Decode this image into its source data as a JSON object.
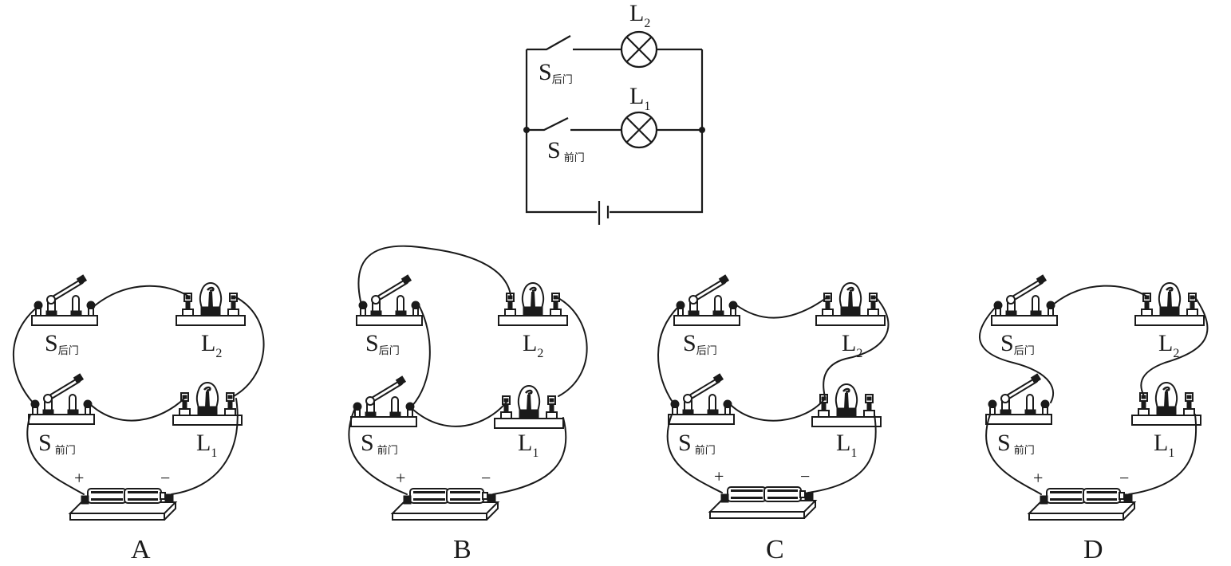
{
  "schematic": {
    "title": "circuit schematic",
    "lamp_top": {
      "letter": "L",
      "sub": "2"
    },
    "lamp_bottom": {
      "letter": "L",
      "sub": "1"
    },
    "switch_top": {
      "letter": "S",
      "sub": "后门"
    },
    "switch_bottom": {
      "letter": "S",
      "sub": "前门"
    }
  },
  "options": [
    {
      "label": "A",
      "switch_back": {
        "letter": "S",
        "sub": "后门"
      },
      "switch_front": {
        "letter": "S",
        "sub": "前门"
      },
      "lamp2": {
        "letter": "L",
        "sub": "2"
      },
      "lamp1": {
        "letter": "L",
        "sub": "1"
      },
      "battery": {
        "plus": "+",
        "minus": "−"
      }
    },
    {
      "label": "B",
      "switch_back": {
        "letter": "S",
        "sub": "后门"
      },
      "switch_front": {
        "letter": "S",
        "sub": "前门"
      },
      "lamp2": {
        "letter": "L",
        "sub": "2"
      },
      "lamp1": {
        "letter": "L",
        "sub": "1"
      },
      "battery": {
        "plus": "+",
        "minus": "−"
      }
    },
    {
      "label": "C",
      "switch_back": {
        "letter": "S",
        "sub": "后门"
      },
      "switch_front": {
        "letter": "S",
        "sub": "前门"
      },
      "lamp2": {
        "letter": "L",
        "sub": "2"
      },
      "lamp1": {
        "letter": "L",
        "sub": "1"
      },
      "battery": {
        "plus": "+",
        "minus": "−"
      }
    },
    {
      "label": "D",
      "switch_back": {
        "letter": "S",
        "sub": "后门"
      },
      "switch_front": {
        "letter": "S",
        "sub": "前门"
      },
      "lamp2": {
        "letter": "L",
        "sub": "2"
      },
      "lamp1": {
        "letter": "L",
        "sub": "1"
      },
      "battery": {
        "plus": "+",
        "minus": "−"
      }
    }
  ]
}
